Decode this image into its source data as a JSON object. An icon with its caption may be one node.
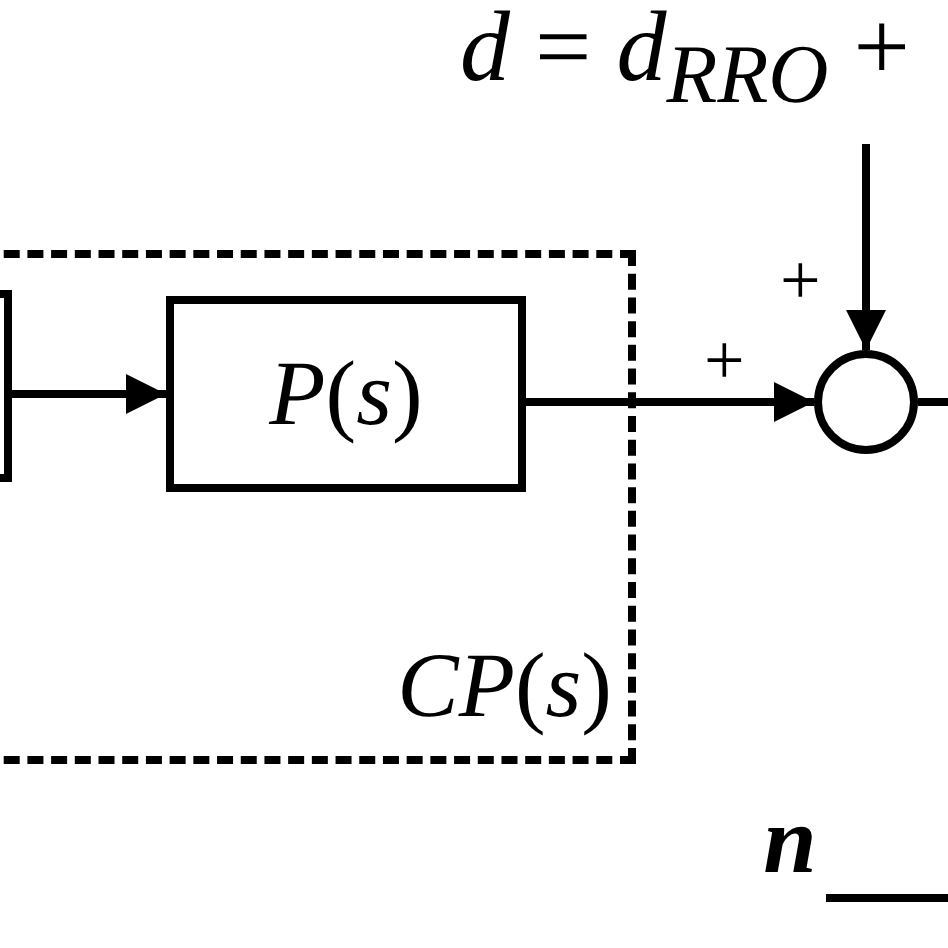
{
  "diagram": {
    "nodes": [
      {
        "text": [
          "*CP*(*s*)"
        ]
      },
      {
        "text": [],
        "shape": "box"
      },
      {
        "text": [
          "*P*(*s*)"
        ],
        "in": 0
      },
      {
        "text": [],
        "shape": "circle"
      },
      {
        "text": [
          "*d* = *d*$_{RRO}$ +"
        ]
      }
    ],
    "edges": [
      {
        "from": 1,
        "to": 2,
        "arrow": "to"
      },
      {
        "from": 2,
        "to": 3,
        "arrow": "to",
        "label": "+"
      },
      {
        "from": 4,
        "to": 3,
        "arrow": "to",
        "label": "+"
      },
      {
        "from": 3,
        "to": null,
        "arrow": "none"
      }
    ],
    "labels": [
      "*n*"
    ]
  }
}
